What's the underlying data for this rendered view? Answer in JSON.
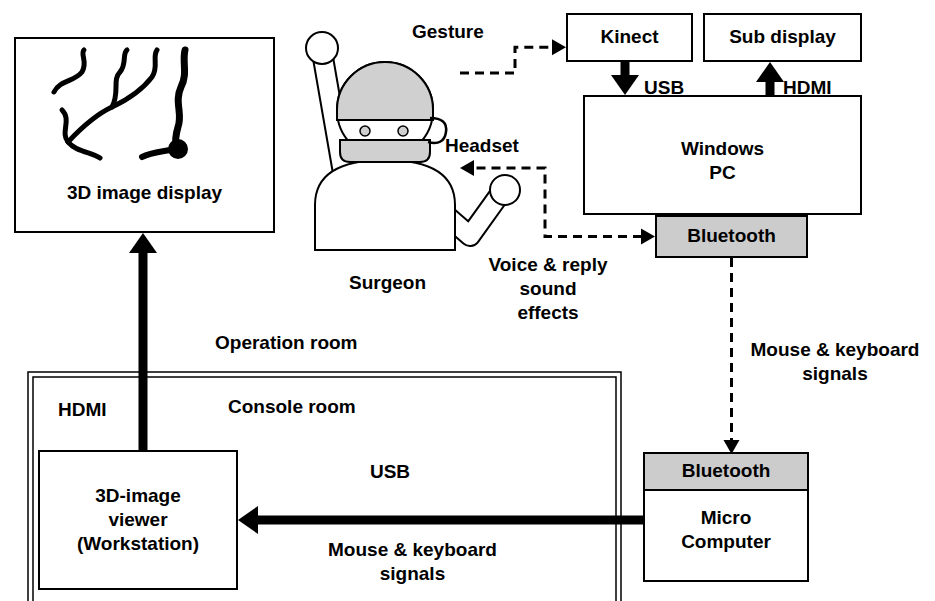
{
  "diagram": {
    "nodes": [
      {
        "text": [
          "3D image display"
        ]
      },
      {
        "text": [
          "Surgeon"
        ]
      },
      {
        "text": [
          "Kinect"
        ]
      },
      {
        "text": [
          "Sub display"
        ]
      },
      {
        "text": [
          "Windows PC"
        ]
      },
      {
        "text": [
          "Bluetooth"
        ]
      },
      {
        "text": [
          "Micro Computer"
        ]
      },
      {
        "text": [
          "Bluetooth"
        ],
        "in": 6
      },
      {
        "text": [
          "3D-image viewer (Workstation)"
        ]
      }
    ],
    "edges": [
      {
        "from": 1,
        "to": 2,
        "arrow": "to",
        "label": "Gesture"
      },
      {
        "from": 2,
        "to": 4,
        "arrow": "to",
        "label": "USB"
      },
      {
        "from": 4,
        "to": 3,
        "arrow": "to",
        "label": "HDMI"
      },
      {
        "from": 5,
        "to": 1,
        "arrow": "both",
        "label": "Voice & reply sound effects"
      },
      {
        "from": 5,
        "to": 7,
        "arrow": "to",
        "label": "Mouse & keyboard signals"
      },
      {
        "from": 6,
        "to": 8,
        "arrow": "to",
        "label": "USB"
      },
      {
        "from": 8,
        "to": 0,
        "arrow": "to",
        "label": "HDMI"
      }
    ],
    "labels": [
      "Headset",
      "Operation room",
      "Console room",
      "Mouse & keyboard signals"
    ]
  }
}
